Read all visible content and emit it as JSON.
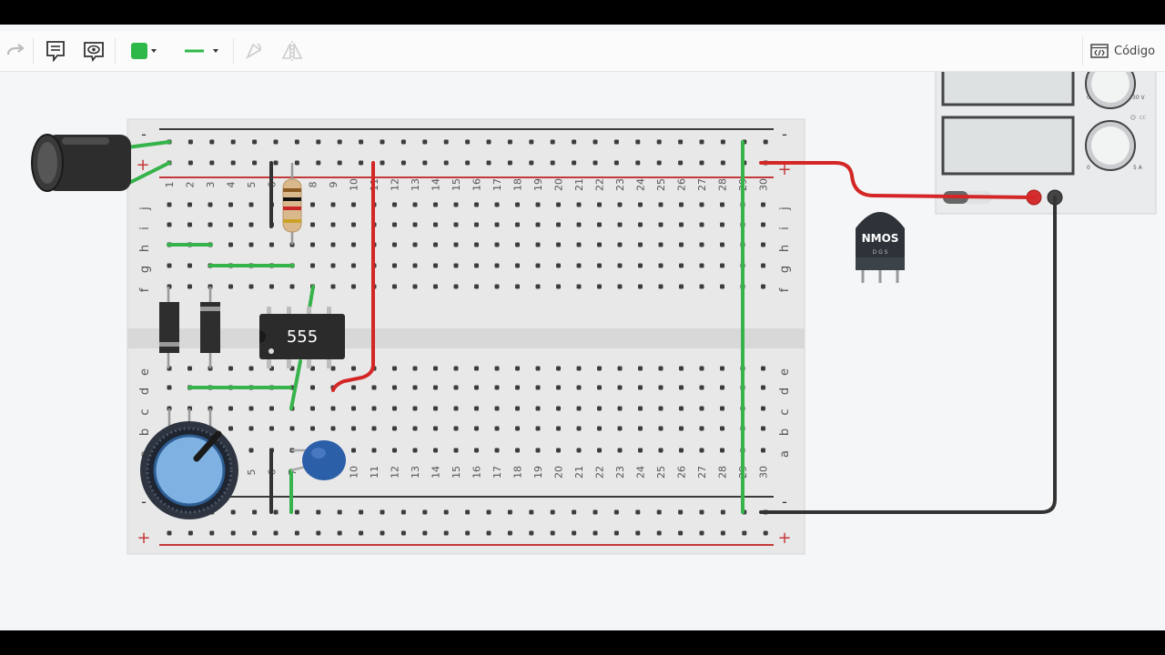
{
  "toolbar": {
    "redo_icon": "redo-arrow-icon",
    "notes_icon": "notes-icon",
    "view_icon": "eye-icon",
    "color_swatch": "#2fb84a",
    "wire_color": "#2fb84a",
    "rotate_icon": "rotate-icon",
    "flip_icon": "flip-icon",
    "code_label": "Código"
  },
  "breadboard": {
    "columns_top": [
      "1",
      "2",
      "3",
      "4",
      "5",
      "6",
      "7",
      "8",
      "9",
      "10",
      "11",
      "12",
      "13",
      "14",
      "15",
      "16",
      "17",
      "18",
      "19",
      "20",
      "21",
      "22",
      "23",
      "24",
      "25",
      "26",
      "27",
      "28",
      "29",
      "30"
    ],
    "rows_top": [
      "j",
      "i",
      "h",
      "g",
      "f"
    ],
    "rows_bottom": [
      "e",
      "d",
      "c",
      "b",
      "a"
    ],
    "rail_minus": "-",
    "rail_plus": "+"
  },
  "components": {
    "ic_label": "555",
    "transistor_label": "NMOS",
    "transistor_pins": "D G S"
  },
  "power_supply": {
    "voltage_scale": "30 V",
    "current_scale": "5 A",
    "zero_label": "0",
    "cc_label": "CC"
  }
}
